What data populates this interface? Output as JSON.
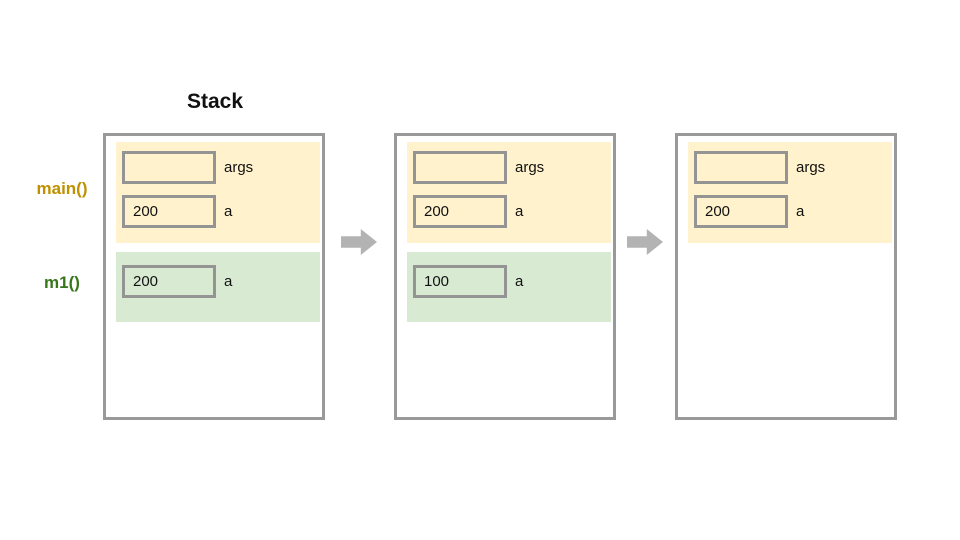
{
  "title": "Stack",
  "function_labels": {
    "main": "main()",
    "m1": "m1()"
  },
  "colors": {
    "main_frame_bg": "#FFF2CC",
    "m1_frame_bg": "#D9EAD3",
    "main_label_color": "#BF9000",
    "m1_label_color": "#38761D",
    "panel_border": "#999999",
    "value_box_border": "#949494",
    "arrow_color": "#B3B3B3",
    "text_color": "#111111"
  },
  "panels": [
    {
      "id": "state-1",
      "main_frame": {
        "slots": [
          {
            "value": "",
            "label": "args"
          },
          {
            "value": "200",
            "label": "a"
          }
        ]
      },
      "m1_frame": {
        "slots": [
          {
            "value": "200",
            "label": "a"
          }
        ]
      }
    },
    {
      "id": "state-2",
      "main_frame": {
        "slots": [
          {
            "value": "",
            "label": "args"
          },
          {
            "value": "200",
            "label": "a"
          }
        ]
      },
      "m1_frame": {
        "slots": [
          {
            "value": "100",
            "label": "a"
          }
        ]
      }
    },
    {
      "id": "state-3",
      "main_frame": {
        "slots": [
          {
            "value": "",
            "label": "args"
          },
          {
            "value": "200",
            "label": "a"
          }
        ]
      }
    }
  ]
}
